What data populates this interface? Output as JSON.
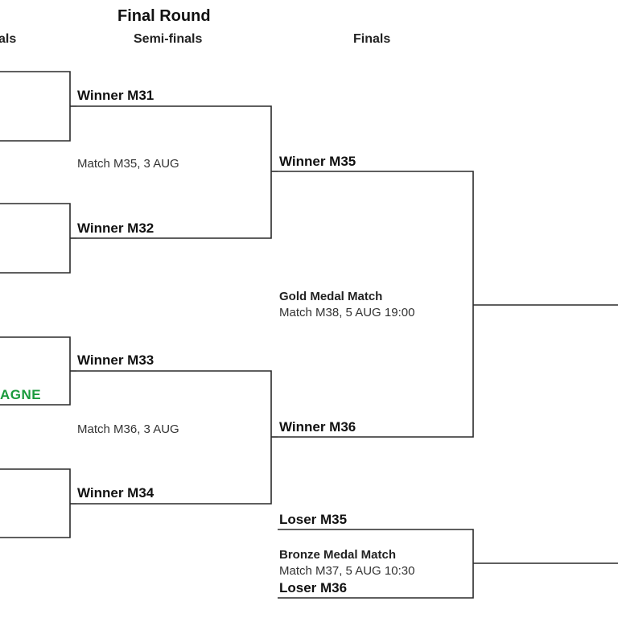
{
  "header": {
    "title": "Final Round",
    "rounds": {
      "quarter": "als",
      "semi": "Semi-finals",
      "finals": "Finals"
    }
  },
  "semis": {
    "m31": "Winner M31",
    "m32": "Winner M32",
    "m33": "Winner M33",
    "m34": "Winner M34",
    "match_m35": "Match M35, 3 AUG",
    "match_m36": "Match M36, 3 AUG"
  },
  "quarters": {
    "partial_team": "AGNE"
  },
  "finals": {
    "winner_m35": "Winner M35",
    "winner_m36": "Winner M36",
    "gold_title": "Gold Medal Match",
    "gold_match": "Match M38, 5 AUG 19:00",
    "loser_m35": "Loser M35",
    "loser_m36": "Loser M36",
    "bronze_title": "Bronze Medal Match",
    "bronze_match": "Match M37, 5 AUG 10:30"
  }
}
